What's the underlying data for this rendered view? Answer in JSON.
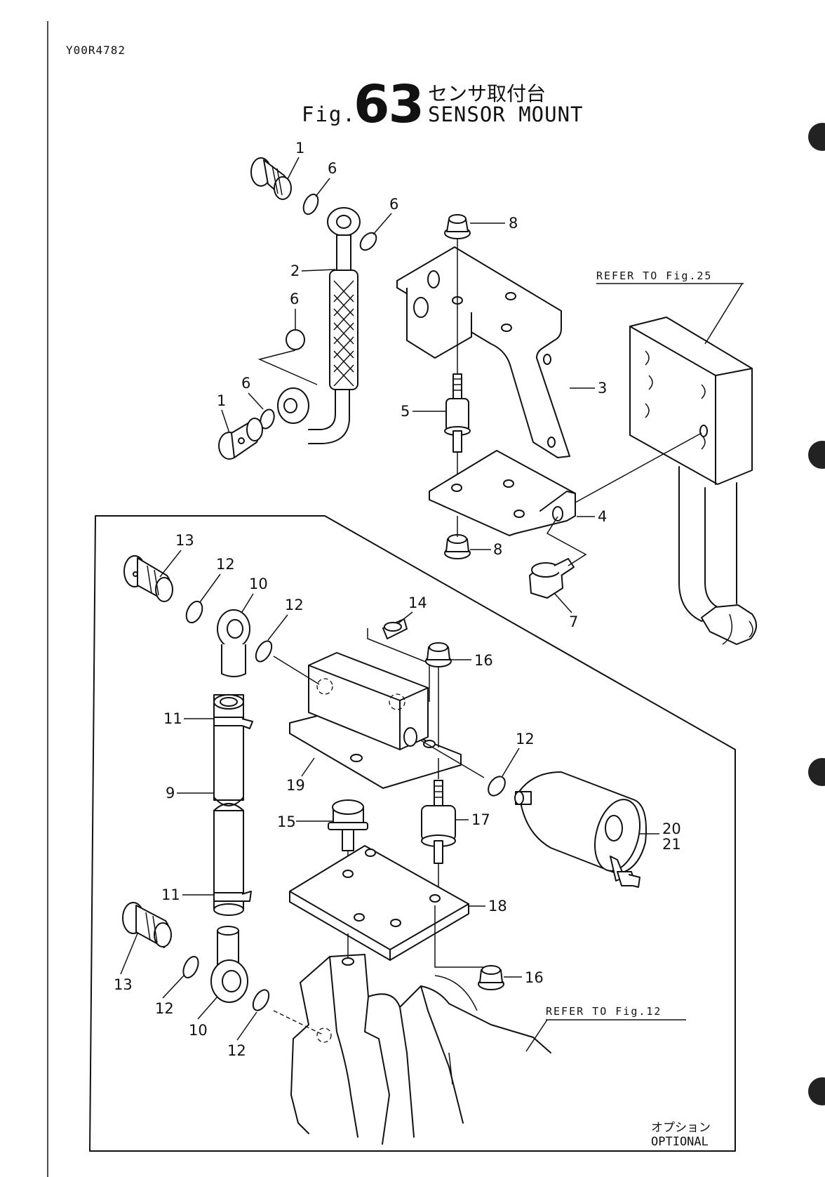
{
  "document_code": "Y00R4782",
  "figure": {
    "prefix": "Fig.",
    "number": "63",
    "title_jp": "センサ取付台",
    "title_en": "SENSOR MOUNT"
  },
  "references": {
    "upper": "REFER TO Fig.25",
    "lower": "REFER TO Fig.12"
  },
  "optional": {
    "jp": "オプション",
    "en": "OPTIONAL"
  },
  "callouts": {
    "c1a": "1",
    "c1b": "1",
    "c2": "2",
    "c3": "3",
    "c4": "4",
    "c5": "5",
    "c6a": "6",
    "c6b": "6",
    "c6c": "6",
    "c6d": "6",
    "c7": "7",
    "c8a": "8",
    "c8b": "8",
    "c9": "9",
    "c10a": "10",
    "c10b": "10",
    "c11a": "11",
    "c11b": "11",
    "c12a": "12",
    "c12b": "12",
    "c12c": "12",
    "c12d": "12",
    "c12e": "12",
    "c13a": "13",
    "c13b": "13",
    "c14": "14",
    "c15": "15",
    "c16a": "16",
    "c16b": "16",
    "c17": "17",
    "c18": "18",
    "c19": "19",
    "c20": "20",
    "c21": "21"
  }
}
